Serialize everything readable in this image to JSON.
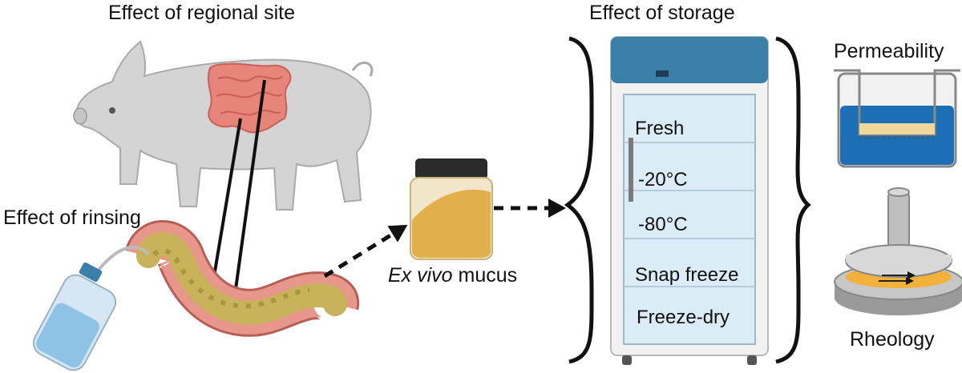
{
  "labels": {
    "regional_site": "Effect of regional site",
    "rinsing": "Effect of rinsing",
    "storage": "Effect of storage",
    "ex_vivo_italic": "Ex vivo",
    "ex_vivo_rest": " mucus",
    "permeability": "Permeability",
    "rheology": "Rheology"
  },
  "storage_conditions": [
    "Fresh",
    "-20°C",
    "-80°C",
    "Snap freeze",
    "Freeze-dry"
  ],
  "colors": {
    "pig_body": "#d4d4d4",
    "intestine": "#e8857a",
    "mucus": "#e2b04a",
    "fridge_top": "#3a7fa8",
    "fridge_glass": "#dcecf6",
    "water": "#1c6fb4",
    "arrow": "#111111"
  }
}
